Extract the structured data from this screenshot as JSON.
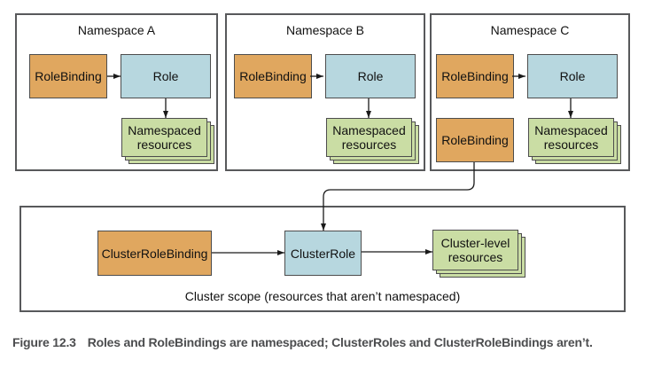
{
  "colors": {
    "binding_fill": "#E0A75F",
    "role_fill": "#B7D7DF",
    "resources_fill": "#CADDA4",
    "node_border": "#4D4D4D",
    "container_border": "#58595B",
    "arrow_color": "#1A1A1A",
    "caption_color": "#4C4D4F"
  },
  "namespaces": [
    {
      "title": "Namespace A",
      "rolebinding": "RoleBinding",
      "role": "Role",
      "resources": "Namespaced resources"
    },
    {
      "title": "Namespace B",
      "rolebinding": "RoleBinding",
      "role": "Role",
      "resources": "Namespaced resources"
    },
    {
      "title": "Namespace C",
      "rolebinding": "RoleBinding",
      "role": "Role",
      "resources": "Namespaced resources",
      "rolebinding2": "RoleBinding"
    }
  ],
  "cluster": {
    "rolebinding": "ClusterRoleBinding",
    "role": "ClusterRole",
    "resources": "Cluster-level resources",
    "scope": "Cluster scope (resources that aren’t namespaced)"
  },
  "caption": {
    "label": "Figure 12.3",
    "text": "Roles and RoleBindings are namespaced; ClusterRoles and ClusterRoleBindings aren’t."
  }
}
